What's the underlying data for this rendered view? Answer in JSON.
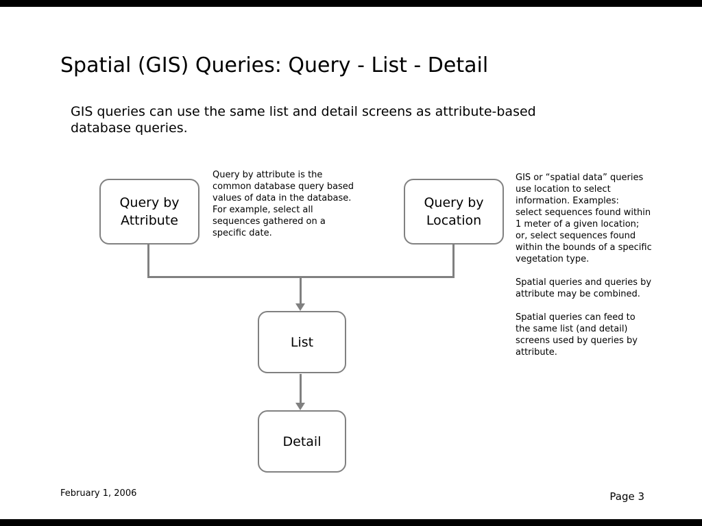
{
  "slide": {
    "title": "Spatial (GIS) Queries: Query - List - Detail",
    "intro": "GIS queries can use the same list and detail screens as attribute-based\ndatabase queries.",
    "footer": {
      "date": "February 1, 2006",
      "page": "Page 3"
    }
  },
  "diagram": {
    "nodes": {
      "query_by_attribute": "Query by\nAttribute",
      "query_by_location": "Query by\nLocation",
      "list": "List",
      "detail": "Detail"
    },
    "annotations": {
      "attribute_note": "Query by attribute is the\ncommon database query based\nvalues of data in the database.\nFor example, select all\nsequences gathered on a\nspecific date.",
      "location_note": "GIS or “spatial data” queries\nuse location to select\ninformation.  Examples:\nselect sequences found within\n1 meter of a given location;\nor, select sequences found\nwithin the bounds of a specific\nvegetation type.\n\nSpatial queries and queries by\nattribute may be combined.\n\nSpatial queries can feed to\nthe same list (and detail)\nscreens used by queries by\nattribute."
    }
  },
  "colors": {
    "connector_line": "#808080",
    "node_border": "#808080",
    "text": "#000000",
    "slide_background": "#ffffff",
    "frame_background": "#000000"
  }
}
